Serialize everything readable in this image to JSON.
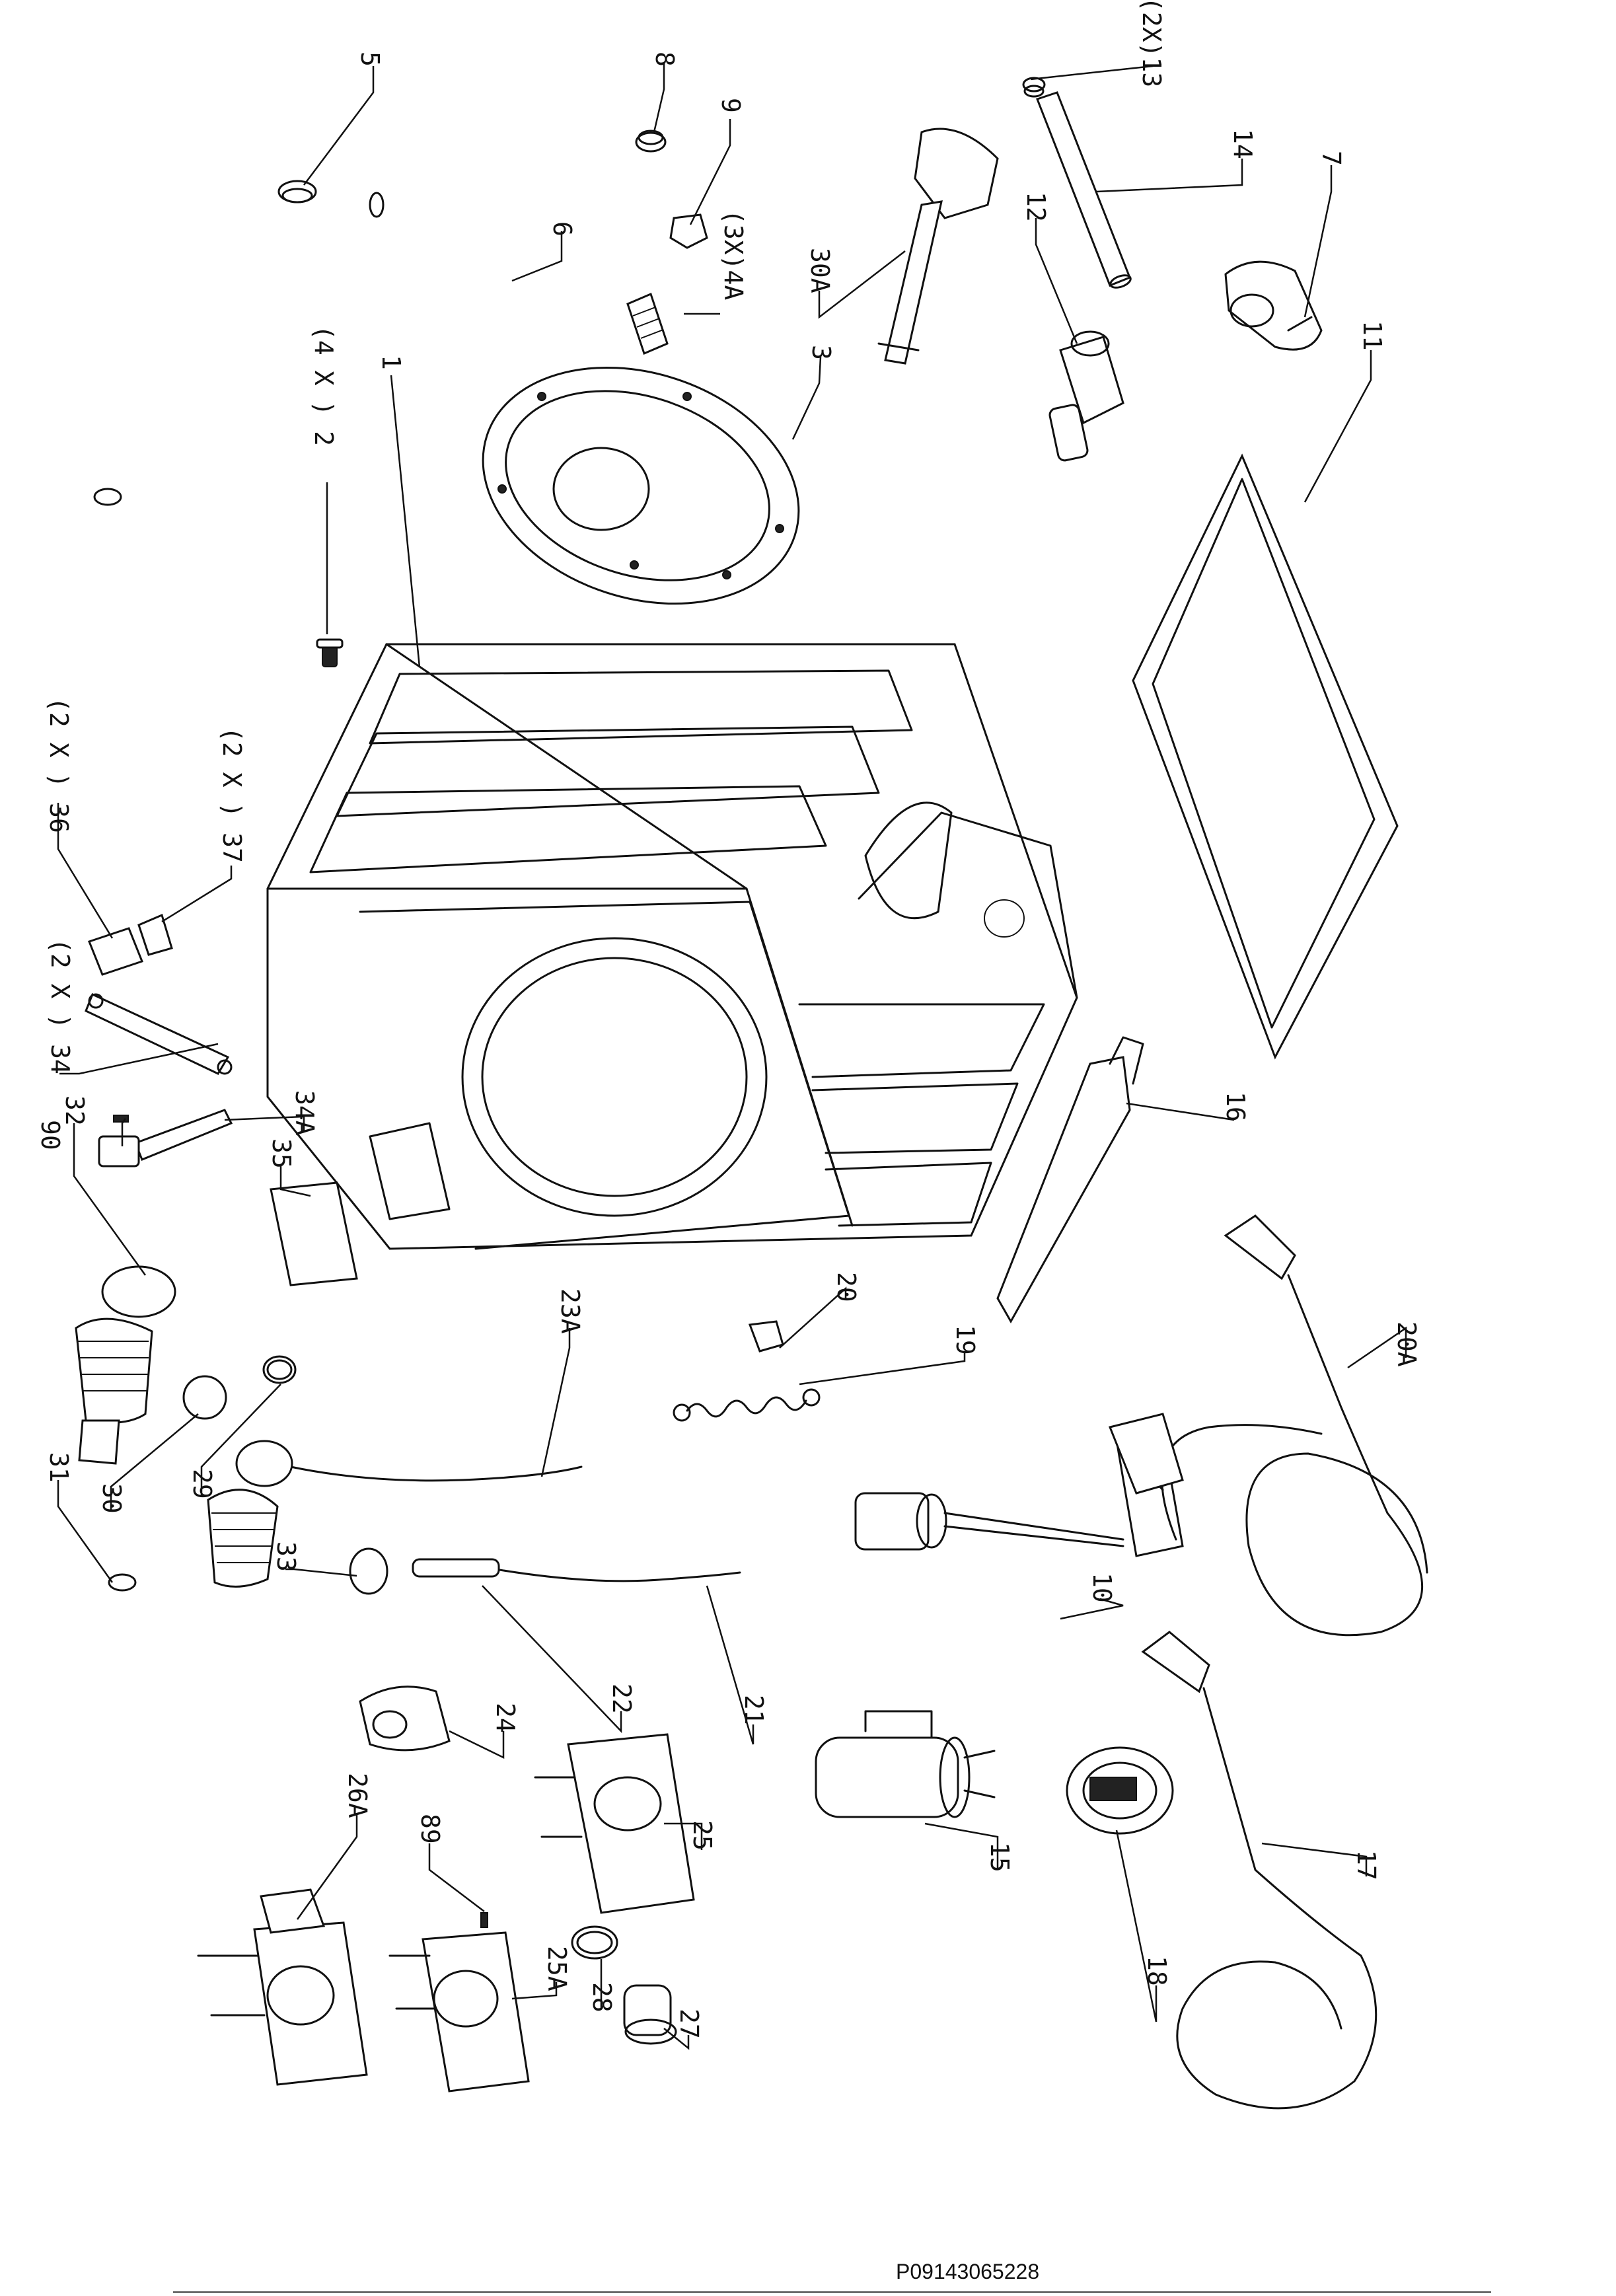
{
  "document_code": "P09143065228",
  "callouts": [
    {
      "id": "c1",
      "text": "1"
    },
    {
      "id": "c2",
      "text": "(4 X ) 2"
    },
    {
      "id": "c3",
      "text": "3"
    },
    {
      "id": "c4a",
      "text": "(3X)4A"
    },
    {
      "id": "c5",
      "text": "5"
    },
    {
      "id": "c6",
      "text": "6"
    },
    {
      "id": "c7",
      "text": "7"
    },
    {
      "id": "c8",
      "text": "8"
    },
    {
      "id": "c9",
      "text": "9"
    },
    {
      "id": "c10",
      "text": "10"
    },
    {
      "id": "c11",
      "text": "11"
    },
    {
      "id": "c12",
      "text": "12"
    },
    {
      "id": "c13",
      "text": "(2X)13"
    },
    {
      "id": "c14",
      "text": "14"
    },
    {
      "id": "c15",
      "text": "15"
    },
    {
      "id": "c16",
      "text": "16"
    },
    {
      "id": "c17",
      "text": "17"
    },
    {
      "id": "c18",
      "text": "18"
    },
    {
      "id": "c19",
      "text": "19"
    },
    {
      "id": "c20",
      "text": "20"
    },
    {
      "id": "c20a",
      "text": "20A"
    },
    {
      "id": "c21",
      "text": "21"
    },
    {
      "id": "c22",
      "text": "22"
    },
    {
      "id": "c23a",
      "text": "23A"
    },
    {
      "id": "c24",
      "text": "24"
    },
    {
      "id": "c25",
      "text": "25"
    },
    {
      "id": "c25a",
      "text": "25A"
    },
    {
      "id": "c26a",
      "text": "26A"
    },
    {
      "id": "c27",
      "text": "27"
    },
    {
      "id": "c28",
      "text": "28"
    },
    {
      "id": "c29",
      "text": "29"
    },
    {
      "id": "c30",
      "text": "30"
    },
    {
      "id": "c30a",
      "text": "30A"
    },
    {
      "id": "c31",
      "text": "31"
    },
    {
      "id": "c32",
      "text": "32"
    },
    {
      "id": "c33",
      "text": "33"
    },
    {
      "id": "c34",
      "text": "(2 X ) 34"
    },
    {
      "id": "c34a",
      "text": "34A"
    },
    {
      "id": "c35",
      "text": "35"
    },
    {
      "id": "c36",
      "text": "(2 X ) 36"
    },
    {
      "id": "c37",
      "text": "(2 X ) 37"
    },
    {
      "id": "c89",
      "text": "89"
    },
    {
      "id": "c90",
      "text": "90"
    }
  ]
}
